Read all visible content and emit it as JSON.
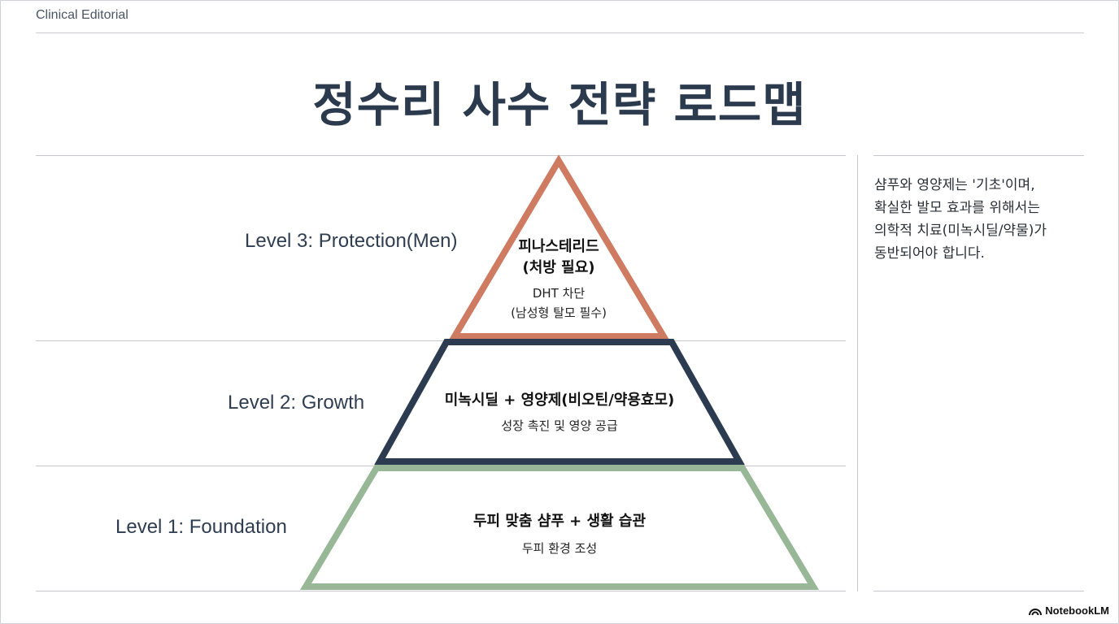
{
  "header": {
    "brand": "Clinical Editorial"
  },
  "title": "정수리 사수 전략 로드맵",
  "levels": [
    {
      "label": "Level 3: Protection(Men)",
      "main_lines": [
        "피나스테리드",
        "(처방 필요)"
      ],
      "sub_lines": [
        "DHT 차단",
        "(남성형 탈모 필수)"
      ],
      "color": "#cf7b62"
    },
    {
      "label": "Level 2: Growth",
      "main_lines": [
        "미녹시딜 + 영양제(비오틴/약용효모)"
      ],
      "sub_lines": [
        "성장 촉진 및 영양 공급"
      ],
      "color": "#2c3b4f"
    },
    {
      "label": "Level 1: Foundation",
      "main_lines": [
        "두피 맞춤 샴푸 + 생활 습관"
      ],
      "sub_lines": [
        "두피 환경 조성"
      ],
      "color": "#98b796"
    }
  ],
  "note": {
    "lines": [
      "샴푸와 영양제는 '기초'이며,",
      "확실한 발모 효과를 위해서는",
      "의학적 치료(미녹시딜/약물)가",
      "동반되어야 합니다."
    ]
  },
  "footer": {
    "logo_text": "NotebookLM",
    "logo_icon": "notebooklm-icon"
  }
}
